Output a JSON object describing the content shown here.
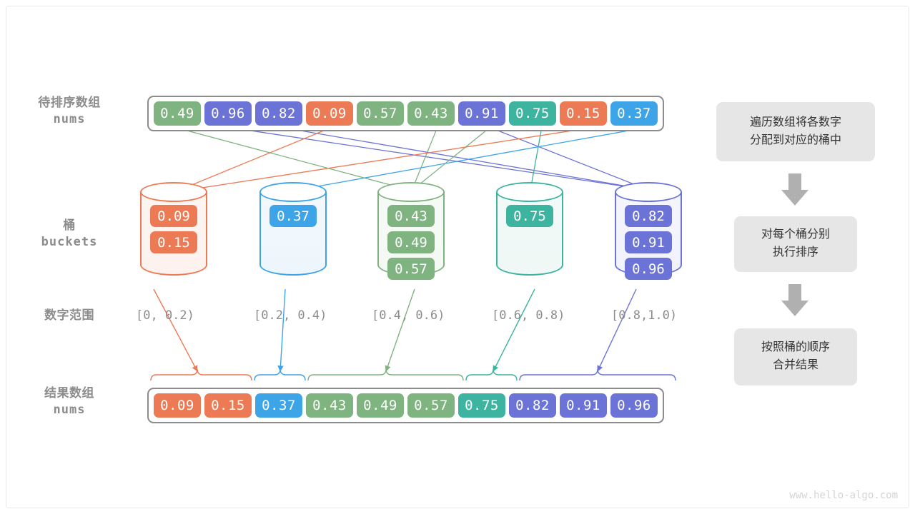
{
  "meta": {
    "watermark": "www.hello-algo.com",
    "colors": {
      "orange": "#ec7a54",
      "blue": "#3da4e8",
      "green": "#7fb380",
      "teal": "#3cb4a0",
      "purple": "#6b74d6",
      "gray_border": "#8c8c8c",
      "label_gray": "#8c8c8c",
      "step_bg": "#e6e6e6",
      "step_text": "#333333",
      "arrow_gray": "#b0b0b0"
    }
  },
  "labels": {
    "input_cn": "待排序数组",
    "input_mono": "nums",
    "buckets_cn": "桶",
    "buckets_mono": "buckets",
    "ranges_cn": "数字范围",
    "result_cn": "结果数组",
    "result_mono": "nums"
  },
  "input_array": {
    "cells": [
      {
        "value": "0.49",
        "color": "#7fb380"
      },
      {
        "value": "0.96",
        "color": "#6b74d6"
      },
      {
        "value": "0.82",
        "color": "#6b74d6"
      },
      {
        "value": "0.09",
        "color": "#ec7a54"
      },
      {
        "value": "0.57",
        "color": "#7fb380"
      },
      {
        "value": "0.43",
        "color": "#7fb380"
      },
      {
        "value": "0.91",
        "color": "#6b74d6"
      },
      {
        "value": "0.75",
        "color": "#3cb4a0"
      },
      {
        "value": "0.15",
        "color": "#ec7a54"
      },
      {
        "value": "0.37",
        "color": "#3da4e8"
      }
    ]
  },
  "buckets": [
    {
      "range": "[0, 0.2)",
      "color": "#ec7a54",
      "fill": "#fdf2ee",
      "items": [
        "0.09",
        "0.15"
      ]
    },
    {
      "range": "[0.2, 0.4)",
      "color": "#3da4e8",
      "fill": "#eef6fd",
      "items": [
        "0.37"
      ]
    },
    {
      "range": "[0.4, 0.6)",
      "color": "#7fb380",
      "fill": "#f4f9f4",
      "items": [
        "0.43",
        "0.49",
        "0.57"
      ]
    },
    {
      "range": "[0.6, 0.8)",
      "color": "#3cb4a0",
      "fill": "#eff8f6",
      "items": [
        "0.75"
      ]
    },
    {
      "range": "[0.8,1.0)",
      "color": "#6b74d6",
      "fill": "#f1f2fc",
      "items": [
        "0.82",
        "0.91",
        "0.96"
      ]
    }
  ],
  "result_array": {
    "cells": [
      {
        "value": "0.09",
        "color": "#ec7a54"
      },
      {
        "value": "0.15",
        "color": "#ec7a54"
      },
      {
        "value": "0.37",
        "color": "#3da4e8"
      },
      {
        "value": "0.43",
        "color": "#7fb380"
      },
      {
        "value": "0.49",
        "color": "#7fb380"
      },
      {
        "value": "0.57",
        "color": "#7fb380"
      },
      {
        "value": "0.75",
        "color": "#3cb4a0"
      },
      {
        "value": "0.82",
        "color": "#6b74d6"
      },
      {
        "value": "0.91",
        "color": "#6b74d6"
      },
      {
        "value": "0.96",
        "color": "#6b74d6"
      }
    ]
  },
  "steps": [
    {
      "line1": "遍历数组将各数字",
      "line2": "分配到对应的桶中"
    },
    {
      "line1": "对每个桶分别",
      "line2": "执行排序"
    },
    {
      "line1": "按照桶的顺序",
      "line2": "合并结果"
    }
  ]
}
